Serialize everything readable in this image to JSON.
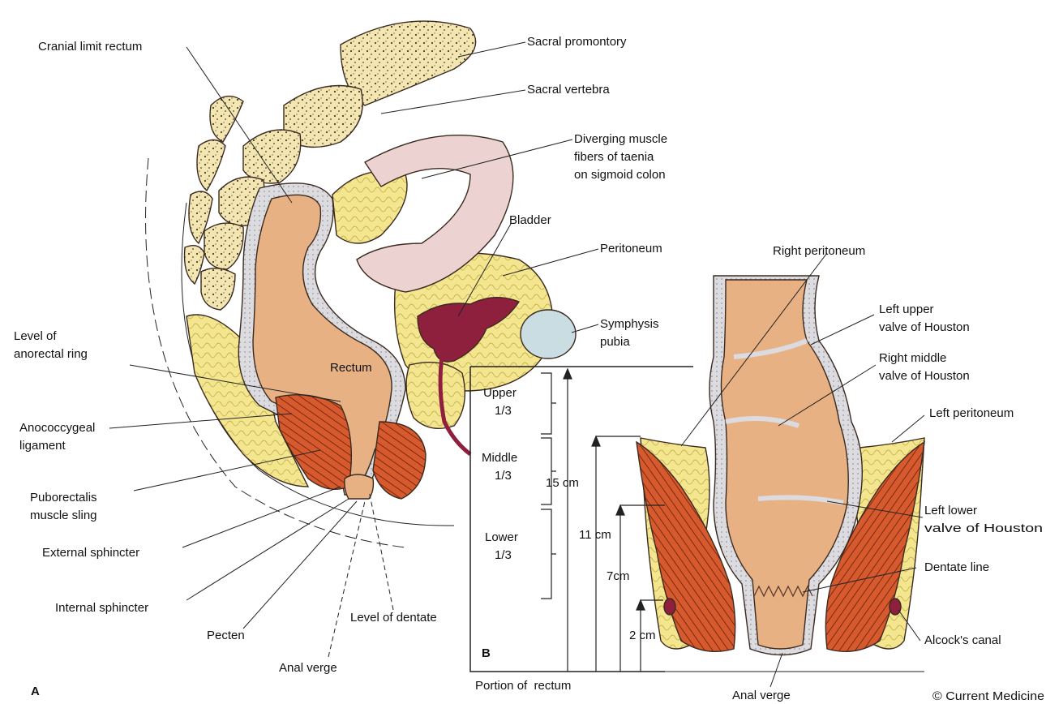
{
  "panel_a": {
    "letter": "A",
    "labels": {
      "cranial_limit_rectum": "Cranial limit rectum",
      "sacral_promontory": "Sacral promontory",
      "sacral_vertebra": "Sacral vertebra",
      "diverging_1": "Diverging muscle",
      "diverging_2": "fibers of taenia",
      "diverging_3": "on sigmoid colon",
      "bladder": "Bladder",
      "peritoneum": "Peritoneum",
      "symphysis_1": "Symphysis",
      "symphysis_2": "pubia",
      "rectum": "Rectum",
      "level_ring_1": "Level of",
      "level_ring_2": "anorectal ring",
      "anococcygeal_1": "Anococcygeal",
      "anococcygeal_2": "ligament",
      "puborectalis_1": "Puborectalis",
      "puborectalis_2": "muscle sling",
      "external_sphincter": "External sphincter",
      "internal_sphincter": "Internal sphincter",
      "pecten": "Pecten",
      "anal_verge": "Anal verge",
      "level_dentate": "Level of dentate"
    }
  },
  "panel_b": {
    "letter": "B",
    "portions": {
      "upper_1": "Upper",
      "upper_2": "1/3",
      "middle_1": "Middle",
      "middle_2": "1/3",
      "lower_1": "Lower",
      "lower_2": "1/3"
    },
    "measures": {
      "m15": "15 cm",
      "m11": "11 cm",
      "m7": "7cm",
      "m2": "2 cm"
    },
    "portion_caption": "Portion of  rectum",
    "labels": {
      "right_peritoneum": "Right peritoneum",
      "left_upper_1": "Left upper",
      "left_upper_2": "valve of Houston",
      "right_middle_1": "Right middle",
      "right_middle_2": "valve of Houston",
      "left_peritoneum": "Left peritoneum",
      "left_lower_1": "Left lower",
      "left_lower_2": "valve of Houston",
      "dentate_line": "Dentate line",
      "alcocks_canal": "Alcock's canal",
      "anal_verge": "Anal verge"
    }
  },
  "credit": "© Current Medicine",
  "colors": {
    "rectum_tan": "#e8b183",
    "muscle_red": "#d65a2e",
    "fat_yellow": "#f4e58f",
    "bone_cream": "#f3e6b3",
    "bladder_maroon": "#8e1f3d",
    "sigmoid_pink": "#ecd3d1",
    "symphysis_blue": "#c9dde3"
  }
}
